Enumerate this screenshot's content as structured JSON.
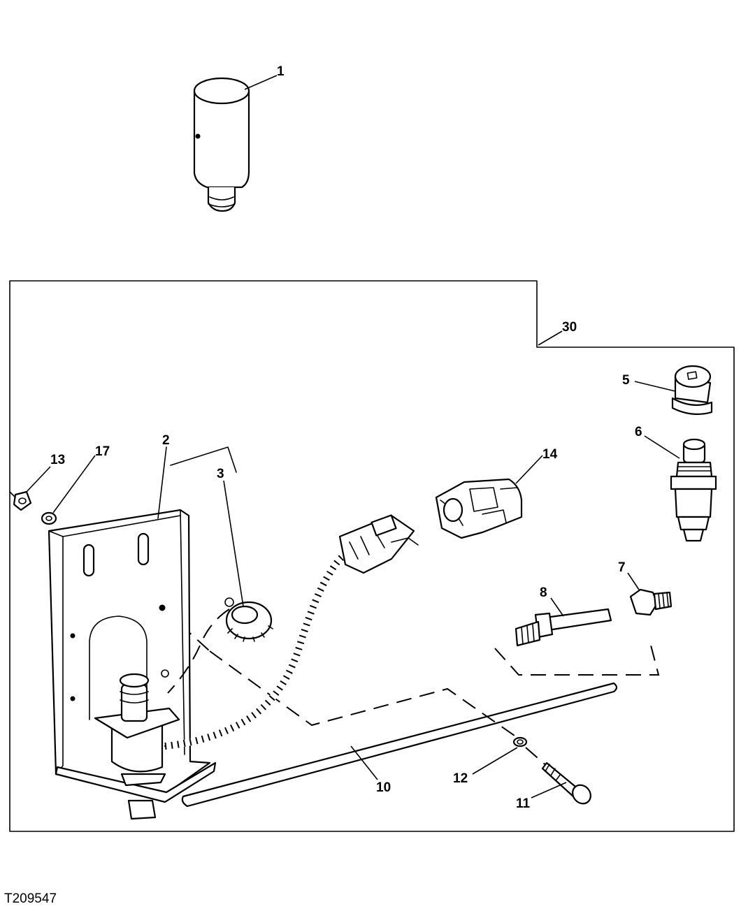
{
  "figure_id": "T209547",
  "callouts": {
    "c1": "1",
    "c2": "2",
    "c3": "3",
    "c5": "5",
    "c6": "6",
    "c7": "7",
    "c8": "8",
    "c10": "10",
    "c11": "11",
    "c12": "12",
    "c13": "13",
    "c14": "14",
    "c17": "17",
    "c30": "30"
  }
}
